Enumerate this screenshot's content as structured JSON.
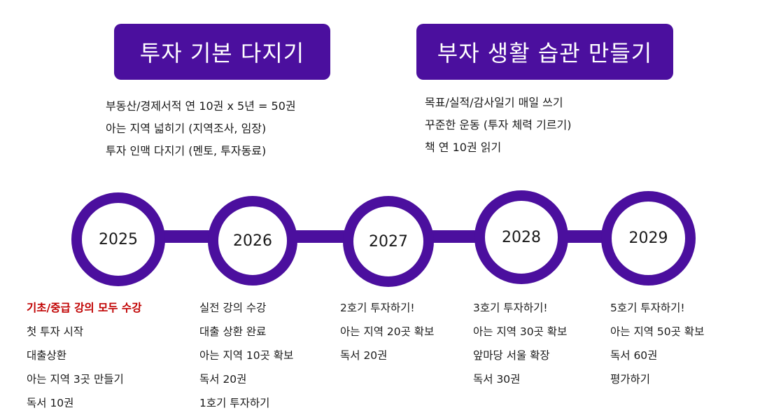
{
  "banners": {
    "left": "투자 기본 다지기",
    "right": "부자 생활 습관 만들기"
  },
  "goals_left": [
    "부동산/경제서적 연 10권 x 5년 = 50권",
    "아는 지역 넓히기 (지역조사, 임장)",
    "투자 인맥 다지기 (멘토, 투자동료)"
  ],
  "goals_right": [
    "목표/실적/감사일기 매일 쓰기",
    "꾸준한 운동 (투자 체력 기르기)",
    "책 연 10권 읽기"
  ],
  "colors": {
    "accent": "#4b0f9e",
    "highlight": "#c00000"
  },
  "years": [
    {
      "label": "2025",
      "items": [
        "기초/중급 강의 모두 수강",
        "첫 투자 시작",
        "대출상환",
        "아는 지역 3곳 만들기",
        "독서 10권"
      ]
    },
    {
      "label": "2026",
      "items": [
        "실전 강의 수강",
        "대출 상환 완료",
        "아는 지역 10곳 확보",
        "독서 20권",
        "1호기 투자하기"
      ]
    },
    {
      "label": "2027",
      "items": [
        "2호기 투자하기!",
        "아는 지역 20곳 확보",
        "독서 20권"
      ]
    },
    {
      "label": "2028",
      "items": [
        "3호기 투자하기!",
        "아는 지역 30곳 확보",
        "앞마당 서울 확장",
        "독서 30권"
      ]
    },
    {
      "label": "2029",
      "items": [
        "5호기 투자하기!",
        "아는 지역 50곳 확보",
        "독서 60권",
        "평가하기"
      ]
    }
  ]
}
